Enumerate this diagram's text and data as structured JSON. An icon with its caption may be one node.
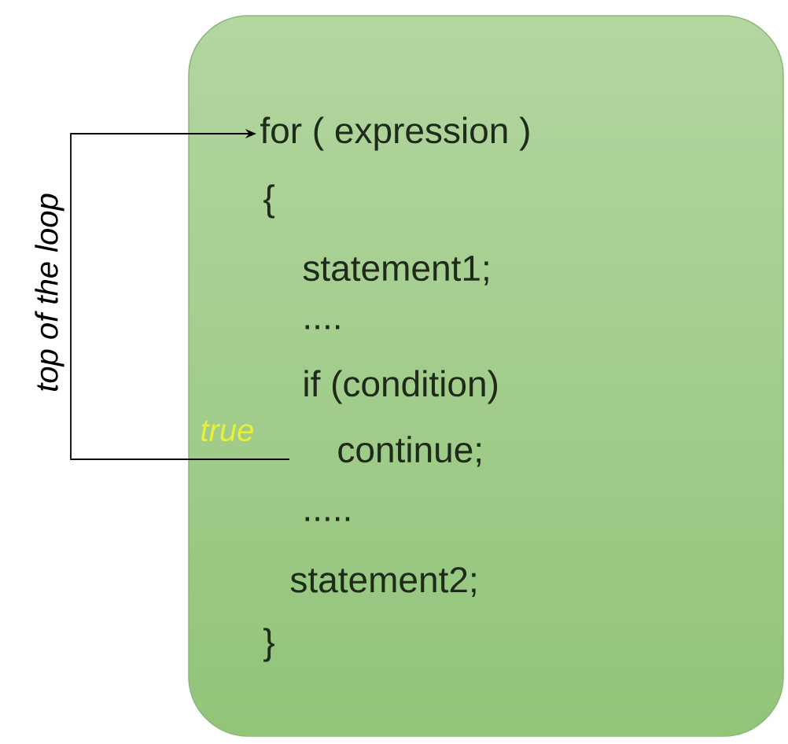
{
  "diagram": {
    "nodes": [
      {
        "text": [],
        "shape": "box"
      },
      {
        "text": [
          "for ( expression )"
        ],
        "in": 0
      },
      {
        "text": [
          "continue;"
        ],
        "in": 0
      }
    ],
    "edges": [
      {
        "from": 2,
        "to": 1,
        "arrow": "to",
        "label": "top of the loop"
      }
    ],
    "labels": [
      "{",
      "statement1;",
      "....",
      "if (condition)",
      ".....",
      "statement2;",
      "}",
      "true"
    ]
  }
}
